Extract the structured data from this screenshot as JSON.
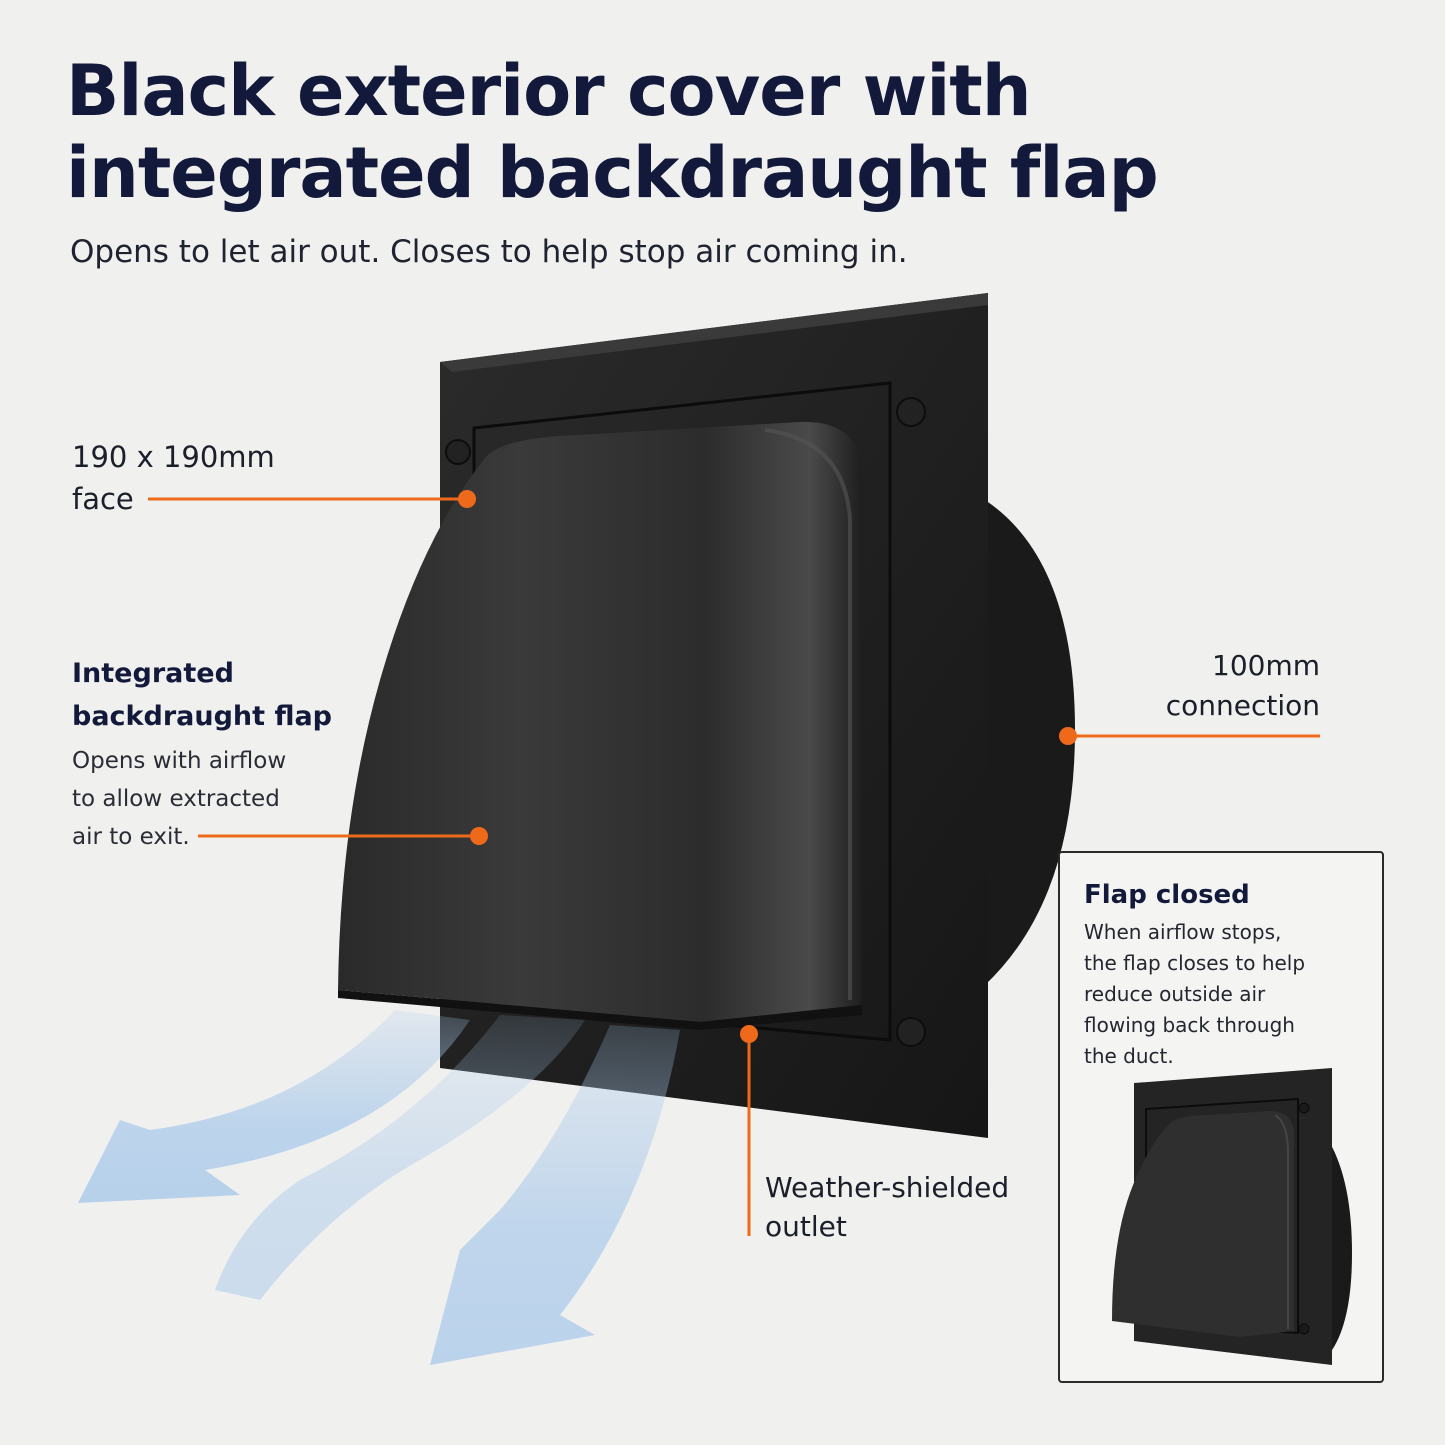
{
  "header": {
    "title_line1": "Black exterior cover with",
    "title_line2": "integrated backdraught flap",
    "subtitle": "Opens to let air out. Closes to help stop air coming in."
  },
  "callouts": {
    "face": {
      "line1": "190 x 190mm",
      "line2": "face"
    },
    "flap": {
      "title_line1": "Integrated",
      "title_line2": "backdraught flap",
      "desc_line1": "Opens with airflow",
      "desc_line2": "to allow extracted",
      "desc_line3": "air to exit."
    },
    "connection": {
      "line1": "100mm",
      "line2": "connection"
    },
    "outlet": {
      "line1": "Weather-shielded",
      "line2": "outlet"
    }
  },
  "inset": {
    "title": "Flap closed",
    "desc_lines": [
      "When airflow stops,",
      "the flap closes to help",
      "reduce outside air",
      "flowing back through",
      "the duct."
    ]
  },
  "colors": {
    "accent_orange": "#ee6a1a",
    "product_black": "#1e1e1e",
    "airflow_blue": "#a9c9ea",
    "headline_navy": "#13193a"
  }
}
